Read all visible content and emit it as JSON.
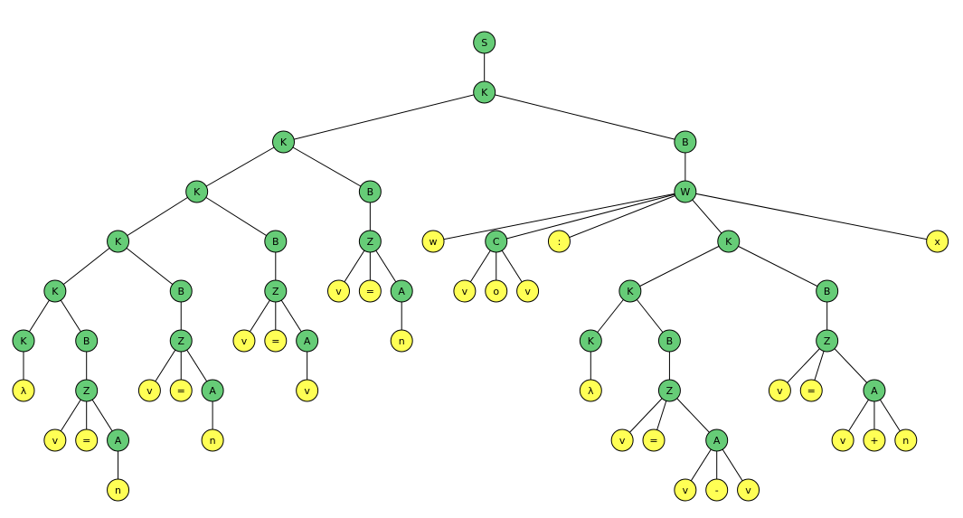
{
  "colors": {
    "nonterminal": "#66cc77",
    "terminal": "#ffff55",
    "edge": "#000000",
    "outline": "#000000"
  },
  "tree": {
    "label": "S",
    "kind": "nonterminal",
    "children": [
      {
        "label": "K",
        "kind": "nonterminal",
        "children": [
          {
            "label": "K",
            "kind": "nonterminal",
            "children": [
              {
                "label": "K",
                "kind": "nonterminal",
                "children": [
                  {
                    "label": "K",
                    "kind": "nonterminal",
                    "children": [
                      {
                        "label": "K",
                        "kind": "nonterminal",
                        "children": [
                          {
                            "label": "K",
                            "kind": "nonterminal",
                            "children": [
                              {
                                "label": "λ",
                                "kind": "terminal"
                              }
                            ]
                          },
                          {
                            "label": "B",
                            "kind": "nonterminal",
                            "children": [
                              {
                                "label": "Z",
                                "kind": "nonterminal",
                                "children": [
                                  {
                                    "label": "v",
                                    "kind": "terminal"
                                  },
                                  {
                                    "label": "=",
                                    "kind": "terminal"
                                  },
                                  {
                                    "label": "A",
                                    "kind": "nonterminal",
                                    "children": [
                                      {
                                        "label": "n",
                                        "kind": "terminal"
                                      }
                                    ]
                                  }
                                ]
                              }
                            ]
                          }
                        ]
                      },
                      {
                        "label": "B",
                        "kind": "nonterminal",
                        "children": [
                          {
                            "label": "Z",
                            "kind": "nonterminal",
                            "children": [
                              {
                                "label": "v",
                                "kind": "terminal"
                              },
                              {
                                "label": "=",
                                "kind": "terminal"
                              },
                              {
                                "label": "A",
                                "kind": "nonterminal",
                                "children": [
                                  {
                                    "label": "n",
                                    "kind": "terminal"
                                  }
                                ]
                              }
                            ]
                          }
                        ]
                      }
                    ]
                  },
                  {
                    "label": "B",
                    "kind": "nonterminal",
                    "children": [
                      {
                        "label": "Z",
                        "kind": "nonterminal",
                        "children": [
                          {
                            "label": "v",
                            "kind": "terminal"
                          },
                          {
                            "label": "=",
                            "kind": "terminal"
                          },
                          {
                            "label": "A",
                            "kind": "nonterminal",
                            "children": [
                              {
                                "label": "v",
                                "kind": "terminal"
                              }
                            ]
                          }
                        ]
                      }
                    ]
                  }
                ]
              },
              {
                "label": "B",
                "kind": "nonterminal",
                "children": [
                  {
                    "label": "Z",
                    "kind": "nonterminal",
                    "children": [
                      {
                        "label": "v",
                        "kind": "terminal"
                      },
                      {
                        "label": "=",
                        "kind": "terminal"
                      },
                      {
                        "label": "A",
                        "kind": "nonterminal",
                        "children": [
                          {
                            "label": "n",
                            "kind": "terminal"
                          }
                        ]
                      }
                    ]
                  }
                ]
              }
            ]
          },
          {
            "label": "B",
            "kind": "nonterminal",
            "children": [
              {
                "label": "W",
                "kind": "nonterminal",
                "children": [
                  {
                    "label": "w",
                    "kind": "terminal"
                  },
                  {
                    "label": "C",
                    "kind": "nonterminal",
                    "children": [
                      {
                        "label": "v",
                        "kind": "terminal"
                      },
                      {
                        "label": "o",
                        "kind": "terminal"
                      },
                      {
                        "label": "v",
                        "kind": "terminal"
                      }
                    ]
                  },
                  {
                    "label": ":",
                    "kind": "terminal"
                  },
                  {
                    "label": "K",
                    "kind": "nonterminal",
                    "children": [
                      {
                        "label": "K",
                        "kind": "nonterminal",
                        "children": [
                          {
                            "label": "K",
                            "kind": "nonterminal",
                            "children": [
                              {
                                "label": "λ",
                                "kind": "terminal"
                              }
                            ]
                          },
                          {
                            "label": "B",
                            "kind": "nonterminal",
                            "children": [
                              {
                                "label": "Z",
                                "kind": "nonterminal",
                                "children": [
                                  {
                                    "label": "v",
                                    "kind": "terminal"
                                  },
                                  {
                                    "label": "=",
                                    "kind": "terminal"
                                  },
                                  {
                                    "label": "A",
                                    "kind": "nonterminal",
                                    "children": [
                                      {
                                        "label": "v",
                                        "kind": "terminal"
                                      },
                                      {
                                        "label": "-",
                                        "kind": "terminal"
                                      },
                                      {
                                        "label": "v",
                                        "kind": "terminal"
                                      }
                                    ]
                                  }
                                ]
                              }
                            ]
                          }
                        ]
                      },
                      {
                        "label": "B",
                        "kind": "nonterminal",
                        "children": [
                          {
                            "label": "Z",
                            "kind": "nonterminal",
                            "children": [
                              {
                                "label": "v",
                                "kind": "terminal"
                              },
                              {
                                "label": "=",
                                "kind": "terminal"
                              },
                              {
                                "label": "A",
                                "kind": "nonterminal",
                                "children": [
                                  {
                                    "label": "v",
                                    "kind": "terminal"
                                  },
                                  {
                                    "label": "+",
                                    "kind": "terminal"
                                  },
                                  {
                                    "label": "n",
                                    "kind": "terminal"
                                  }
                                ]
                              }
                            ]
                          }
                        ]
                      }
                    ]
                  },
                  {
                    "label": "x",
                    "kind": "terminal"
                  }
                ]
              }
            ]
          }
        ]
      }
    ]
  }
}
